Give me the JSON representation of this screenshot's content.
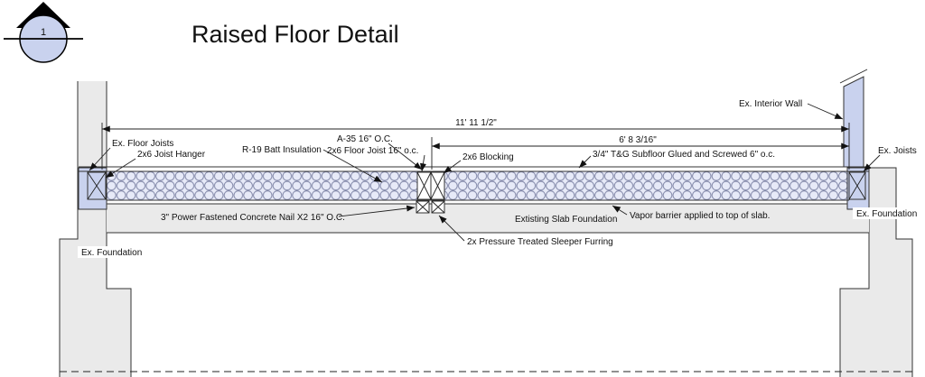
{
  "title": "Raised Floor Detail",
  "detail_marker": {
    "number": "1"
  },
  "dimensions": {
    "overall": "11' 11 1/2\"",
    "partial": "6' 8 3/16\""
  },
  "callouts": {
    "ex_floor_joists": "Ex. Floor Joists",
    "joist_hanger": "2x6 Joist Hanger",
    "batt_insulation": "R-19 Batt Insulation",
    "a35_clip": "A-35 16\" O.C.",
    "floor_joist": "2x6 Floor Joist 16\" o.c.",
    "blocking": "2x6 Blocking",
    "subfloor": "3/4\" T&G Subfloor Glued and Screwed 6\" o.c.",
    "interior_wall": "Ex. Interior Wall",
    "ex_joists": "Ex. Joists",
    "foundation_right": "Ex. Foundation",
    "concrete_nail": "3\" Power Fastened Concrete Nail X2 16\" O.C.",
    "slab_foundation": "Extisting Slab Foundation",
    "vapor_barrier": "Vapor barrier applied to top of slab.",
    "sleeper_furring": "2x Pressure Treated Sleeper Furring",
    "foundation_left": "Ex. Foundation"
  },
  "colors": {
    "existing_wood": "#c9d2ee",
    "concrete": "#eaeaea",
    "insulation_bg": "#e7eaf8",
    "line": "#1a1a1a"
  }
}
